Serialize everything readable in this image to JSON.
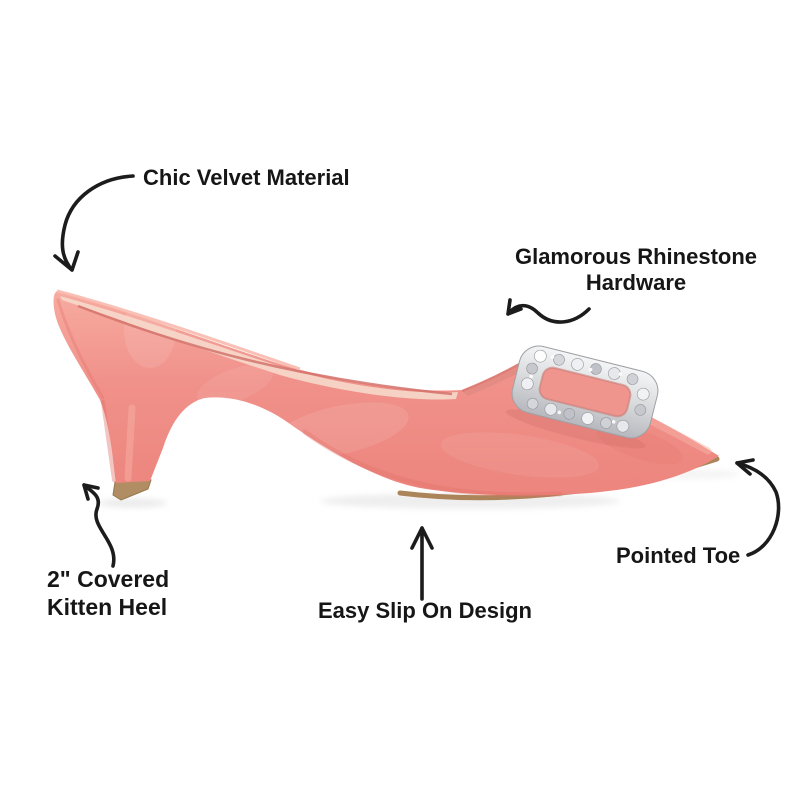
{
  "figure": {
    "type": "annotated-product-diagram",
    "subject": "pink velvet kitten-heel mule shoe, side view facing right"
  },
  "colors": {
    "background": "#ffffff",
    "label_text": "#161616",
    "arrow": "#1c1c1c",
    "velvet_main": "#f0918a",
    "velvet_light": "#f8b4a9",
    "velvet_dark": "#e0736b",
    "insole_cream": "#f6d6c8",
    "sole_tan": "#ab8559",
    "heel_tip_tan": "#b08d62",
    "rhinestone_silver": "#d9dadc",
    "buckle_center_pink": "#ef958e"
  },
  "callouts": [
    {
      "id": "velvet",
      "label": "Chic Velvet Material"
    },
    {
      "id": "rhinestone",
      "label": "Glamorous Rhinestone Hardware"
    },
    {
      "id": "kitten-heel",
      "label": "2\" Covered Kitten Heel"
    },
    {
      "id": "slip-on",
      "label": "Easy Slip On Design"
    },
    {
      "id": "pointed-toe",
      "label": "Pointed Toe"
    }
  ]
}
